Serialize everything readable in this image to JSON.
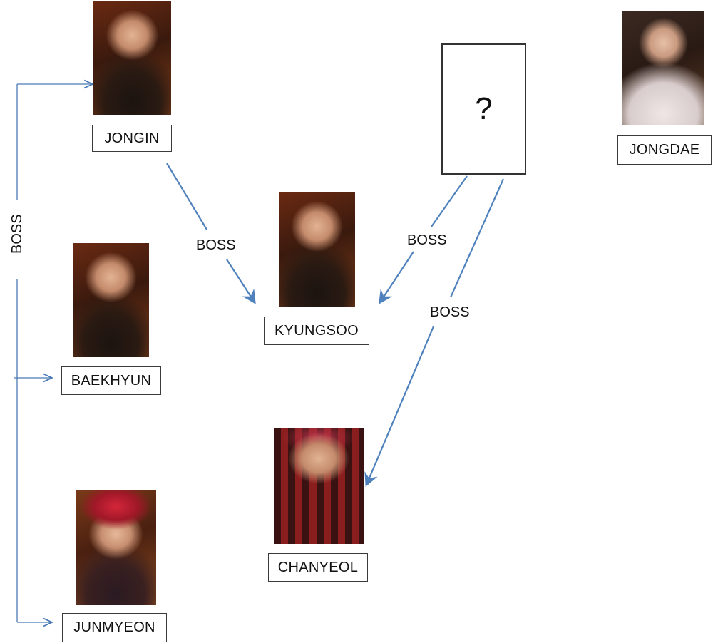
{
  "nodes": {
    "jongin": {
      "label": "JONGIN"
    },
    "baekhyun": {
      "label": "BAEKHYUN"
    },
    "junmyeon": {
      "label": "JUNMYEON"
    },
    "kyungsoo": {
      "label": "KYUNGSOO"
    },
    "chanyeol": {
      "label": "CHANYEOL"
    },
    "jongdae": {
      "label": "JONGDAE"
    },
    "unknown": {
      "label": "?"
    }
  },
  "edges": {
    "side_bracket": {
      "label": "BOSS"
    },
    "jongin_to_kyungsoo": {
      "label": "BOSS"
    },
    "unknown_to_kyungsoo": {
      "label": "BOSS"
    },
    "unknown_to_chanyeol": {
      "label": "BOSS"
    }
  },
  "colors": {
    "arrow": "#4f81bd",
    "bracket": "#4a7ab5",
    "box_border": "#3a3a3a"
  }
}
